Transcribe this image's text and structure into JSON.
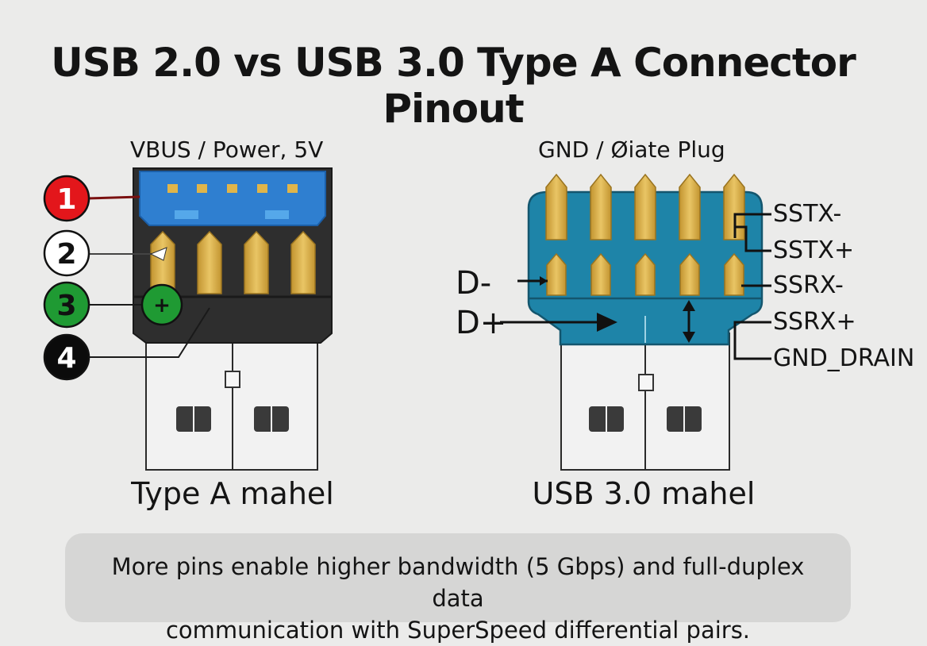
{
  "title": "USB 2.0 vs USB 3.0 Type A Connector Pinout",
  "left_connector": {
    "top_label": "VBUS / Power, 5V",
    "caption": "Type A mahel",
    "pins": [
      {
        "number": "1",
        "color": "#e3161b"
      },
      {
        "number": "2",
        "color": "#ffffff"
      },
      {
        "number": "3",
        "color": "#1f9a33"
      },
      {
        "number": "4",
        "color": "#0b0b0b"
      }
    ],
    "plus_marker": "+"
  },
  "right_connector": {
    "top_label": "GND / Øiate Plug",
    "caption": "USB 3.0 mahel",
    "left_labels": [
      "D-",
      "D+"
    ],
    "right_labels": [
      "SSTX-",
      "SSTX+",
      "SSRX-",
      "SSRX+",
      "GND_DRAIN"
    ]
  },
  "note": {
    "line1": "More pins enable higher bandwidth (5 Gbps) and full-duplex data",
    "line2": "communication with SuperSpeed differential pairs."
  },
  "colors": {
    "shell_dark": "#2e2e2e",
    "usb3_blue": "#2f7fd0",
    "teal_body": "#1e84a8",
    "gold_pin": "#d9b04a",
    "plug_white": "#f2f2f2"
  }
}
